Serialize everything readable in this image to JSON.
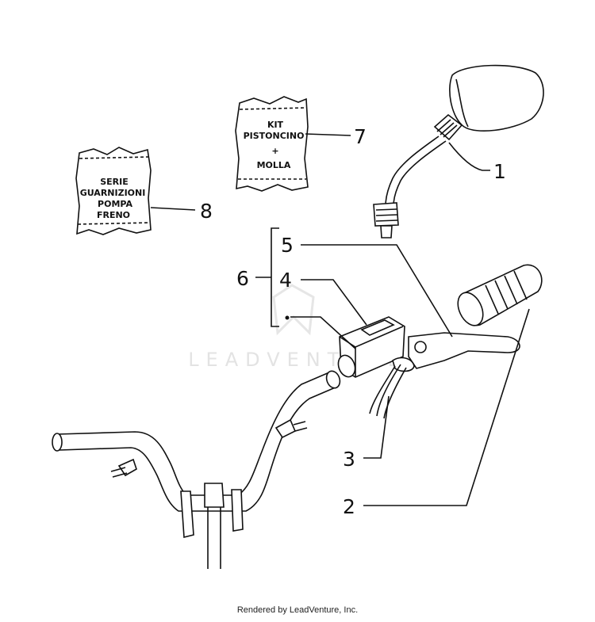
{
  "watermark": "LEADVENTURE",
  "credit": "Rendered by LeadVenture, Inc.",
  "parts": {
    "p1": "1",
    "p2": "2",
    "p3": "3",
    "p4": "4",
    "p5": "5",
    "p6": "6",
    "p7": "7",
    "p8": "8"
  },
  "pack7": {
    "line1": "KIT",
    "line2": "PISTONCINO",
    "line3": "+",
    "line4": "MOLLA"
  },
  "pack8": {
    "line1": "SERIE",
    "line2": "GUARNIZIONI",
    "line3": "POMPA",
    "line4": "FRENO"
  }
}
